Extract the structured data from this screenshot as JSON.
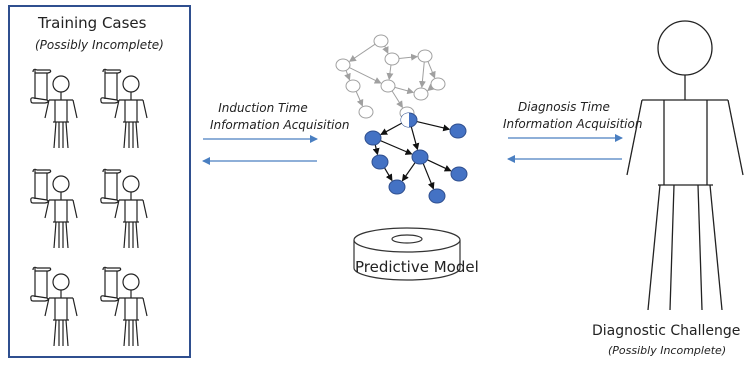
{
  "training_panel": {
    "title": "Training Cases",
    "subtitle": "(Possibly Incomplete)",
    "case_count": 6
  },
  "induction": {
    "line1": "Induction Time",
    "line2": "Information Acquisition"
  },
  "diagnosis": {
    "line1": "Diagnosis Time",
    "line2": "Information Acquisition"
  },
  "model": {
    "label": "Predictive Model"
  },
  "challenge": {
    "title": "Diagnostic  Challenge",
    "subtitle": "(Possibly Incomplete)"
  },
  "colors": {
    "panel_border": "#2f4f8f",
    "arrow": "#4a7fc1",
    "node_fill": "#4472c4",
    "node_stroke": "#2f4f8f",
    "ghost": "#a0a0a0",
    "ink": "#222222"
  }
}
